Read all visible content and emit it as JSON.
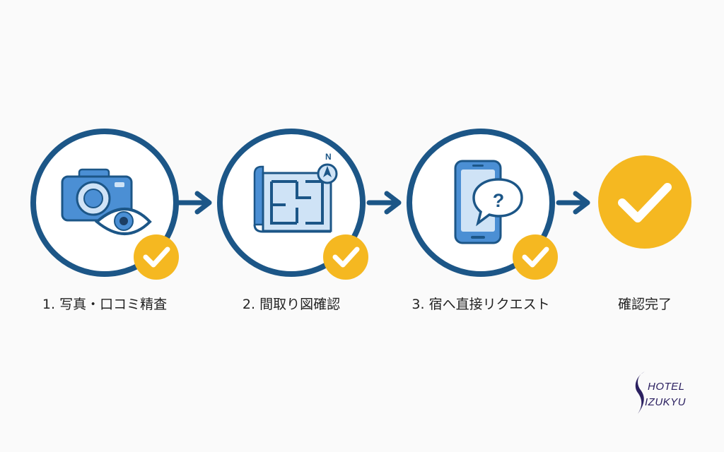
{
  "steps": [
    {
      "label": "1. 写真・口コミ精査",
      "icon": "camera-eye-icon",
      "check_icon": "check-badge-icon"
    },
    {
      "label": "2. 間取り図確認",
      "icon": "floor-plan-compass-icon",
      "check_icon": "check-badge-icon"
    },
    {
      "label": "3. 宿へ直接リクエスト",
      "icon": "smartphone-question-icon",
      "check_icon": "check-badge-icon"
    }
  ],
  "final": {
    "label": "確認完了",
    "icon": "big-check-icon"
  },
  "logo": {
    "line1": "HOTEL",
    "line2": "IZUKYU"
  },
  "colors": {
    "ring": "#1c5687",
    "arrow": "#1c5687",
    "accent_yellow": "#f5b821",
    "icon_blue": "#4b8fd4",
    "icon_light": "#cfe3f6",
    "logo": "#2b2060"
  }
}
